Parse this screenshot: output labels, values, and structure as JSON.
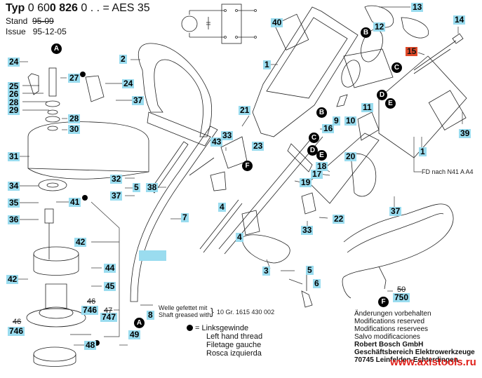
{
  "header": {
    "typ_prefix": "Typ",
    "typ_number_a": "0 60",
    "typ_number_b": "0 826",
    "typ_suffix": "0 . . = AES 35",
    "stand_label": "Stand",
    "stand_value": "95-09",
    "issue_label": "Issue",
    "issue_value": "95-12-05"
  },
  "labels": {
    "l1a": "1",
    "l1b": "1",
    "l2": "2",
    "l3": "3",
    "l4a": "4",
    "l4b": "4",
    "l5a": "5",
    "l5b": "5",
    "l6": "6",
    "l7": "7",
    "l8": "8",
    "l9": "9",
    "l10": "10",
    "l11": "11",
    "l12": "12",
    "l13": "13",
    "l14": "14",
    "l15": "15",
    "l16": "16",
    "l17": "17",
    "l18": "18",
    "l19": "19",
    "l20": "20",
    "l21": "21",
    "l22": "22",
    "l23": "23",
    "l24a": "24",
    "l24b": "24",
    "l25": "25",
    "l26": "26",
    "l27": "27",
    "l28a": "28",
    "l28b": "28",
    "l29": "29",
    "l30": "30",
    "l31": "31",
    "l32": "32",
    "l33a": "33",
    "l33b": "33",
    "l34": "34",
    "l35": "35",
    "l36": "36",
    "l37a": "37",
    "l37b": "37",
    "l37c": "37",
    "l38": "38",
    "l39": "39",
    "l40": "40",
    "l41": "41",
    "l42a": "42",
    "l42b": "42",
    "l43": "43",
    "l44": "44",
    "l45": "45",
    "l48": "48",
    "l49": "49",
    "l746a": "746",
    "l746b": "746",
    "l747": "747",
    "l750": "750"
  },
  "struck_labels": {
    "s46a": "46",
    "s46b": "46",
    "s47": "47",
    "s50": "50"
  },
  "refs": {
    "A1": "A",
    "A2": "A",
    "B1": "B",
    "B2": "B",
    "C1": "C",
    "C2": "C",
    "D1": "D",
    "D2": "D",
    "E1": "E",
    "E2": "E",
    "F1": "F",
    "F2": "F"
  },
  "notes": {
    "grease_de": "Welle gefettet mit",
    "grease_en": "Shaft greased with",
    "grease_spec": "10 Gr. 1615 430 002",
    "fd_note": "FD nach N41 A A4"
  },
  "legend": {
    "equals": "=",
    "lines": [
      "Linksgewinde",
      "Left hand thread",
      "Filetage gauche",
      "Rosca izquierda"
    ]
  },
  "footer": {
    "lines": [
      "Änderungen vorbehalten",
      "Modifications reserved",
      "Modifications reservees",
      "Salvo modificaciones"
    ],
    "company": "Robert Bosch GmbH",
    "division": "Geschäftsbereich Elektrowerkzeuge",
    "address": "70745 Leinfelden-Echterdingen",
    "url": "www.axistools.ru"
  },
  "colors": {
    "label_bg": "#9adcef",
    "highlight_label_bg": "#e04a2a",
    "url_color": "#e0201a"
  }
}
